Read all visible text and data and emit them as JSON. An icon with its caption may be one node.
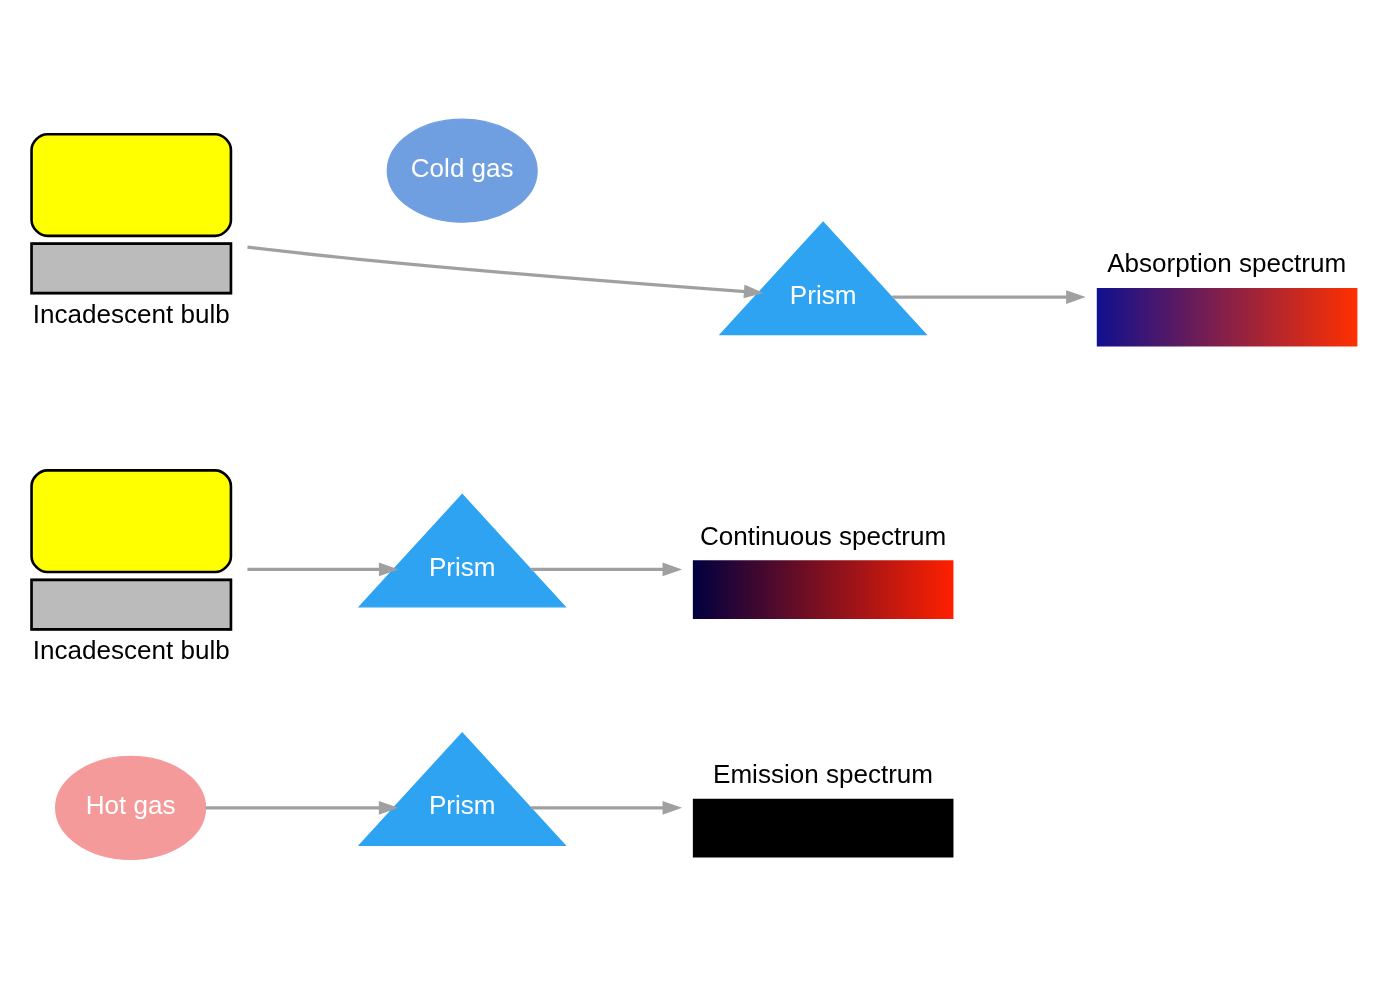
{
  "diagram": {
    "nodes": [
      {
        "text": [
          "Hot gas"
        ]
      },
      {
        "text": [
          "Prism"
        ]
      },
      {
        "text": [
          "Emission spectrum"
        ]
      },
      {
        "text": [
          "Incadescent bulb"
        ]
      },
      {
        "text": [
          "Prism"
        ]
      },
      {
        "text": [
          "Continuous spectrum"
        ]
      },
      {
        "text": [
          "Incadescent bulb"
        ]
      },
      {
        "text": [
          "Cold gas"
        ]
      },
      {
        "text": [
          "Prism"
        ]
      },
      {
        "text": [
          "Absorption spectrum"
        ]
      }
    ],
    "edges": [
      {
        "from": 0,
        "to": 1,
        "arrow": "to"
      },
      {
        "from": 1,
        "to": 2,
        "arrow": "to"
      },
      {
        "from": 3,
        "to": 4,
        "arrow": "to"
      },
      {
        "from": 4,
        "to": 5,
        "arrow": "to"
      },
      {
        "from": 6,
        "to": 8,
        "arrow": "to"
      },
      {
        "from": 8,
        "to": 9,
        "arrow": "to"
      }
    ]
  }
}
